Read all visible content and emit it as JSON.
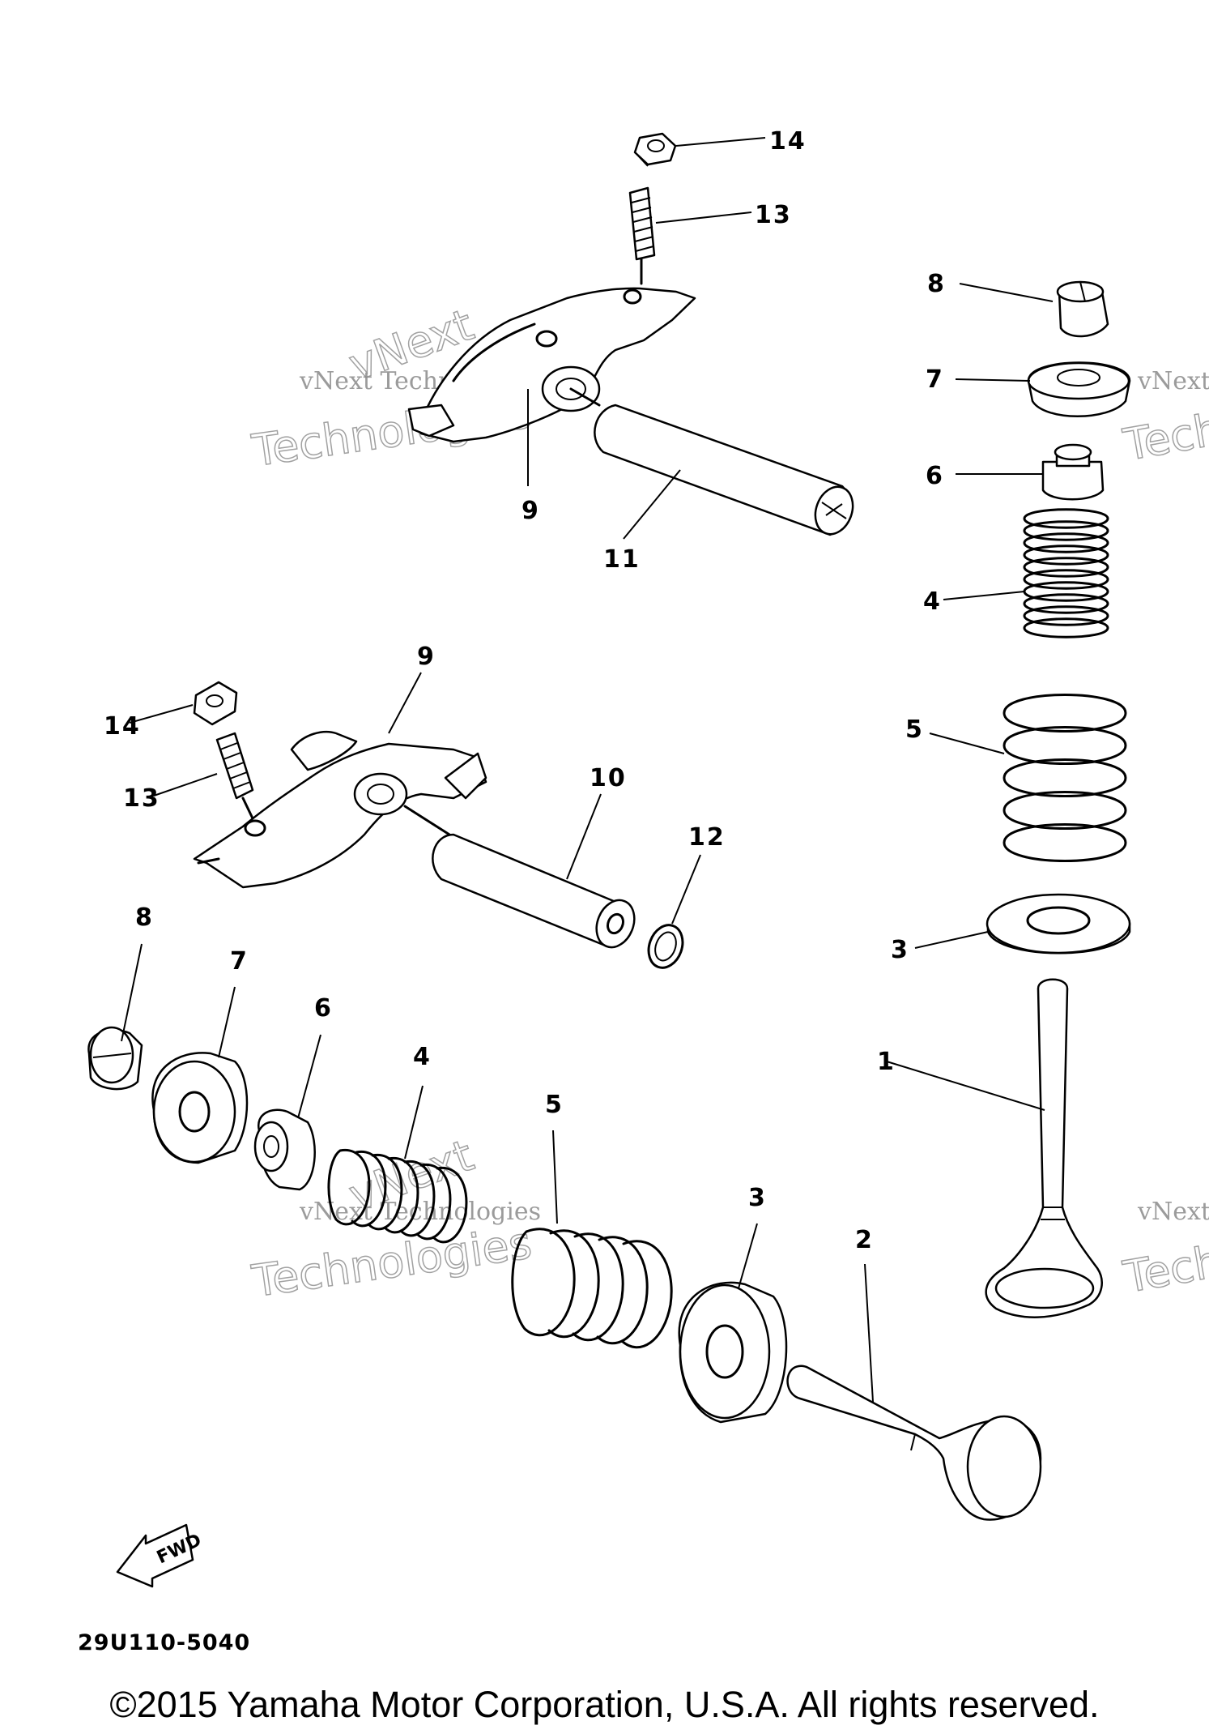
{
  "labels": {
    "top_nut": "14",
    "top_screw": "13",
    "top_arm": "9",
    "top_shaft": "11",
    "right_keeper": "8",
    "right_retainer": "7",
    "right_seal": "6",
    "right_inner_spring": "4",
    "right_outer_spring": "5",
    "right_seat": "3",
    "right_valve": "1",
    "mid_nut": "14",
    "mid_screw": "13",
    "mid_arm": "9",
    "mid_shaft": "10",
    "mid_oring": "12",
    "bot_keeper": "8",
    "bot_retainer": "7",
    "bot_seal": "6",
    "bot_inner_spring": "4",
    "bot_outer_spring": "5",
    "bot_seat": "3",
    "bot_valve": "2"
  },
  "watermark": {
    "line1": "vNext Technologies",
    "line2": "Technologies",
    "faded": "vNext",
    "short": "vNext",
    "short2": "Tech"
  },
  "fwd_mark": "FWD",
  "diagram_code": "29U110-5040",
  "copyright": "©2015 Yamaha Motor Corporation, U.S.A. All rights reserved."
}
